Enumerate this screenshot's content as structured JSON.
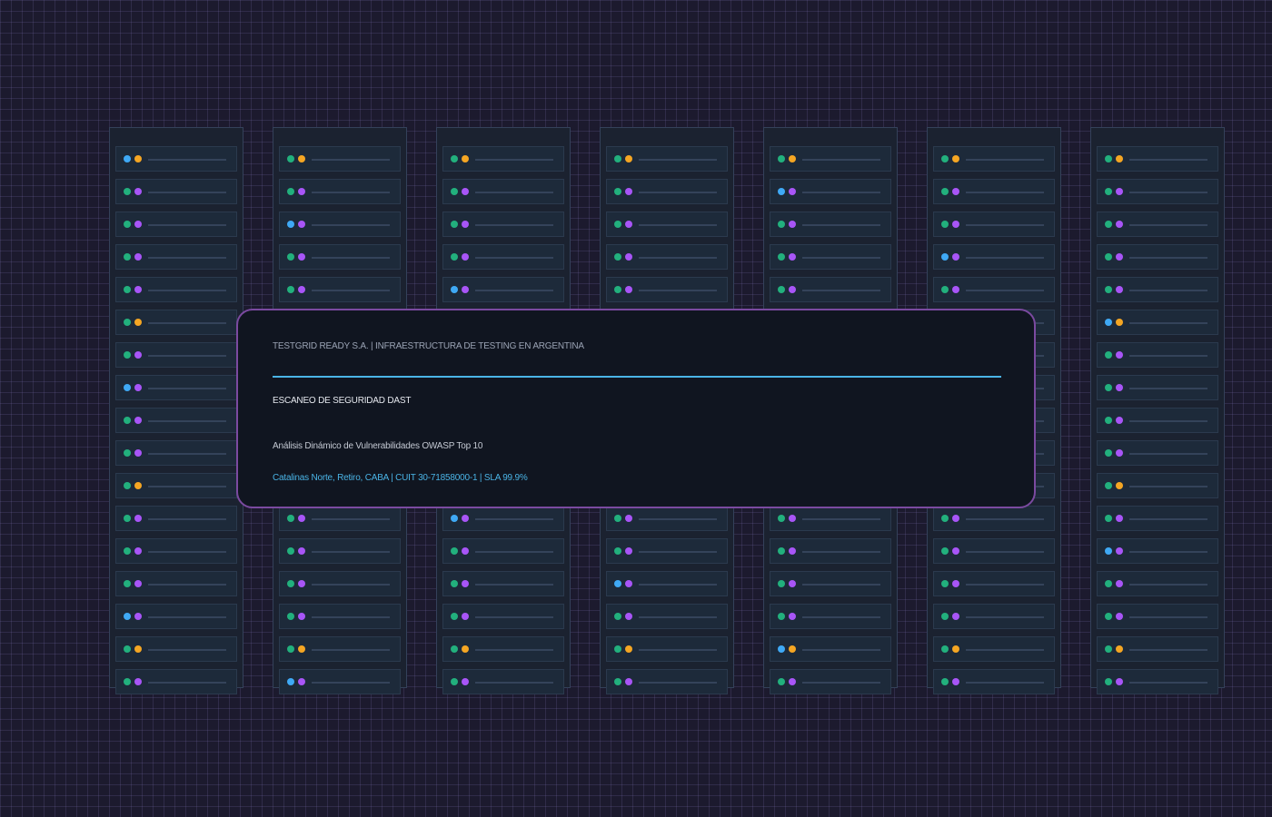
{
  "colors": {
    "background": "#1c1a2e",
    "rack": "#1b2230",
    "panel_border": "#7b4aa0",
    "divider": "#4ab4e6",
    "led_green": "#22b07d",
    "led_blue": "#3fa9f5",
    "led_orange": "#f5a623",
    "led_purple": "#a855f7"
  },
  "racks": [
    {
      "units": [
        [
          "blue",
          "orange"
        ],
        [
          "green",
          "purple"
        ],
        [
          "green",
          "purple"
        ],
        [
          "green",
          "purple"
        ],
        [
          "green",
          "purple"
        ],
        [
          "green",
          "orange"
        ],
        [
          "green",
          "purple"
        ],
        [
          "blue",
          "purple"
        ],
        [
          "green",
          "purple"
        ],
        [
          "green",
          "purple"
        ],
        [
          "green",
          "orange"
        ],
        [
          "green",
          "purple"
        ],
        [
          "green",
          "purple"
        ],
        [
          "green",
          "purple"
        ],
        [
          "blue",
          "purple"
        ],
        [
          "green",
          "orange"
        ],
        [
          "green",
          "purple"
        ]
      ]
    },
    {
      "units": [
        [
          "green",
          "orange"
        ],
        [
          "green",
          "purple"
        ],
        [
          "blue",
          "purple"
        ],
        [
          "green",
          "purple"
        ],
        [
          "green",
          "purple"
        ],
        [
          "green",
          "orange"
        ],
        [
          "green",
          "purple"
        ],
        [
          "green",
          "purple"
        ],
        [
          "green",
          "purple"
        ],
        [
          "green",
          "purple"
        ],
        [
          "green",
          "orange"
        ],
        [
          "green",
          "purple"
        ],
        [
          "green",
          "purple"
        ],
        [
          "green",
          "purple"
        ],
        [
          "green",
          "purple"
        ],
        [
          "green",
          "orange"
        ],
        [
          "blue",
          "purple"
        ]
      ]
    },
    {
      "units": [
        [
          "green",
          "orange"
        ],
        [
          "green",
          "purple"
        ],
        [
          "green",
          "purple"
        ],
        [
          "green",
          "purple"
        ],
        [
          "blue",
          "purple"
        ],
        [
          "green",
          "orange"
        ],
        [
          "green",
          "purple"
        ],
        [
          "green",
          "purple"
        ],
        [
          "green",
          "purple"
        ],
        [
          "green",
          "purple"
        ],
        [
          "green",
          "orange"
        ],
        [
          "blue",
          "purple"
        ],
        [
          "green",
          "purple"
        ],
        [
          "green",
          "purple"
        ],
        [
          "green",
          "purple"
        ],
        [
          "green",
          "orange"
        ],
        [
          "green",
          "purple"
        ]
      ]
    },
    {
      "units": [
        [
          "green",
          "orange"
        ],
        [
          "green",
          "purple"
        ],
        [
          "green",
          "purple"
        ],
        [
          "green",
          "purple"
        ],
        [
          "green",
          "purple"
        ],
        [
          "green",
          "orange"
        ],
        [
          "green",
          "purple"
        ],
        [
          "green",
          "purple"
        ],
        [
          "green",
          "purple"
        ],
        [
          "green",
          "purple"
        ],
        [
          "green",
          "orange"
        ],
        [
          "green",
          "purple"
        ],
        [
          "green",
          "purple"
        ],
        [
          "blue",
          "purple"
        ],
        [
          "green",
          "purple"
        ],
        [
          "green",
          "orange"
        ],
        [
          "green",
          "purple"
        ]
      ]
    },
    {
      "units": [
        [
          "green",
          "orange"
        ],
        [
          "blue",
          "purple"
        ],
        [
          "green",
          "purple"
        ],
        [
          "green",
          "purple"
        ],
        [
          "green",
          "purple"
        ],
        [
          "green",
          "orange"
        ],
        [
          "green",
          "purple"
        ],
        [
          "green",
          "purple"
        ],
        [
          "green",
          "purple"
        ],
        [
          "green",
          "purple"
        ],
        [
          "green",
          "orange"
        ],
        [
          "green",
          "purple"
        ],
        [
          "green",
          "purple"
        ],
        [
          "green",
          "purple"
        ],
        [
          "green",
          "purple"
        ],
        [
          "blue",
          "orange"
        ],
        [
          "green",
          "purple"
        ]
      ]
    },
    {
      "units": [
        [
          "green",
          "orange"
        ],
        [
          "green",
          "purple"
        ],
        [
          "green",
          "purple"
        ],
        [
          "blue",
          "purple"
        ],
        [
          "green",
          "purple"
        ],
        [
          "green",
          "orange"
        ],
        [
          "green",
          "purple"
        ],
        [
          "green",
          "purple"
        ],
        [
          "green",
          "purple"
        ],
        [
          "green",
          "purple"
        ],
        [
          "green",
          "orange"
        ],
        [
          "green",
          "purple"
        ],
        [
          "green",
          "purple"
        ],
        [
          "green",
          "purple"
        ],
        [
          "green",
          "purple"
        ],
        [
          "green",
          "orange"
        ],
        [
          "green",
          "purple"
        ]
      ]
    },
    {
      "units": [
        [
          "green",
          "orange"
        ],
        [
          "green",
          "purple"
        ],
        [
          "green",
          "purple"
        ],
        [
          "green",
          "purple"
        ],
        [
          "green",
          "purple"
        ],
        [
          "blue",
          "orange"
        ],
        [
          "green",
          "purple"
        ],
        [
          "green",
          "purple"
        ],
        [
          "green",
          "purple"
        ],
        [
          "green",
          "purple"
        ],
        [
          "green",
          "orange"
        ],
        [
          "green",
          "purple"
        ],
        [
          "blue",
          "purple"
        ],
        [
          "green",
          "purple"
        ],
        [
          "green",
          "purple"
        ],
        [
          "green",
          "orange"
        ],
        [
          "green",
          "purple"
        ]
      ]
    }
  ],
  "panel": {
    "company": "TESTGRID READY S.A. | INFRAESTRUCTURA DE TESTING EN ARGENTINA",
    "heading": "ESCANEO DE SEGURIDAD DAST",
    "subheading": "Análisis Dinámico de Vulnerabilidades OWASP Top 10",
    "footer": "Catalinas Norte, Retiro, CABA | CUIT 30-71858000-1 | SLA 99.9%"
  }
}
